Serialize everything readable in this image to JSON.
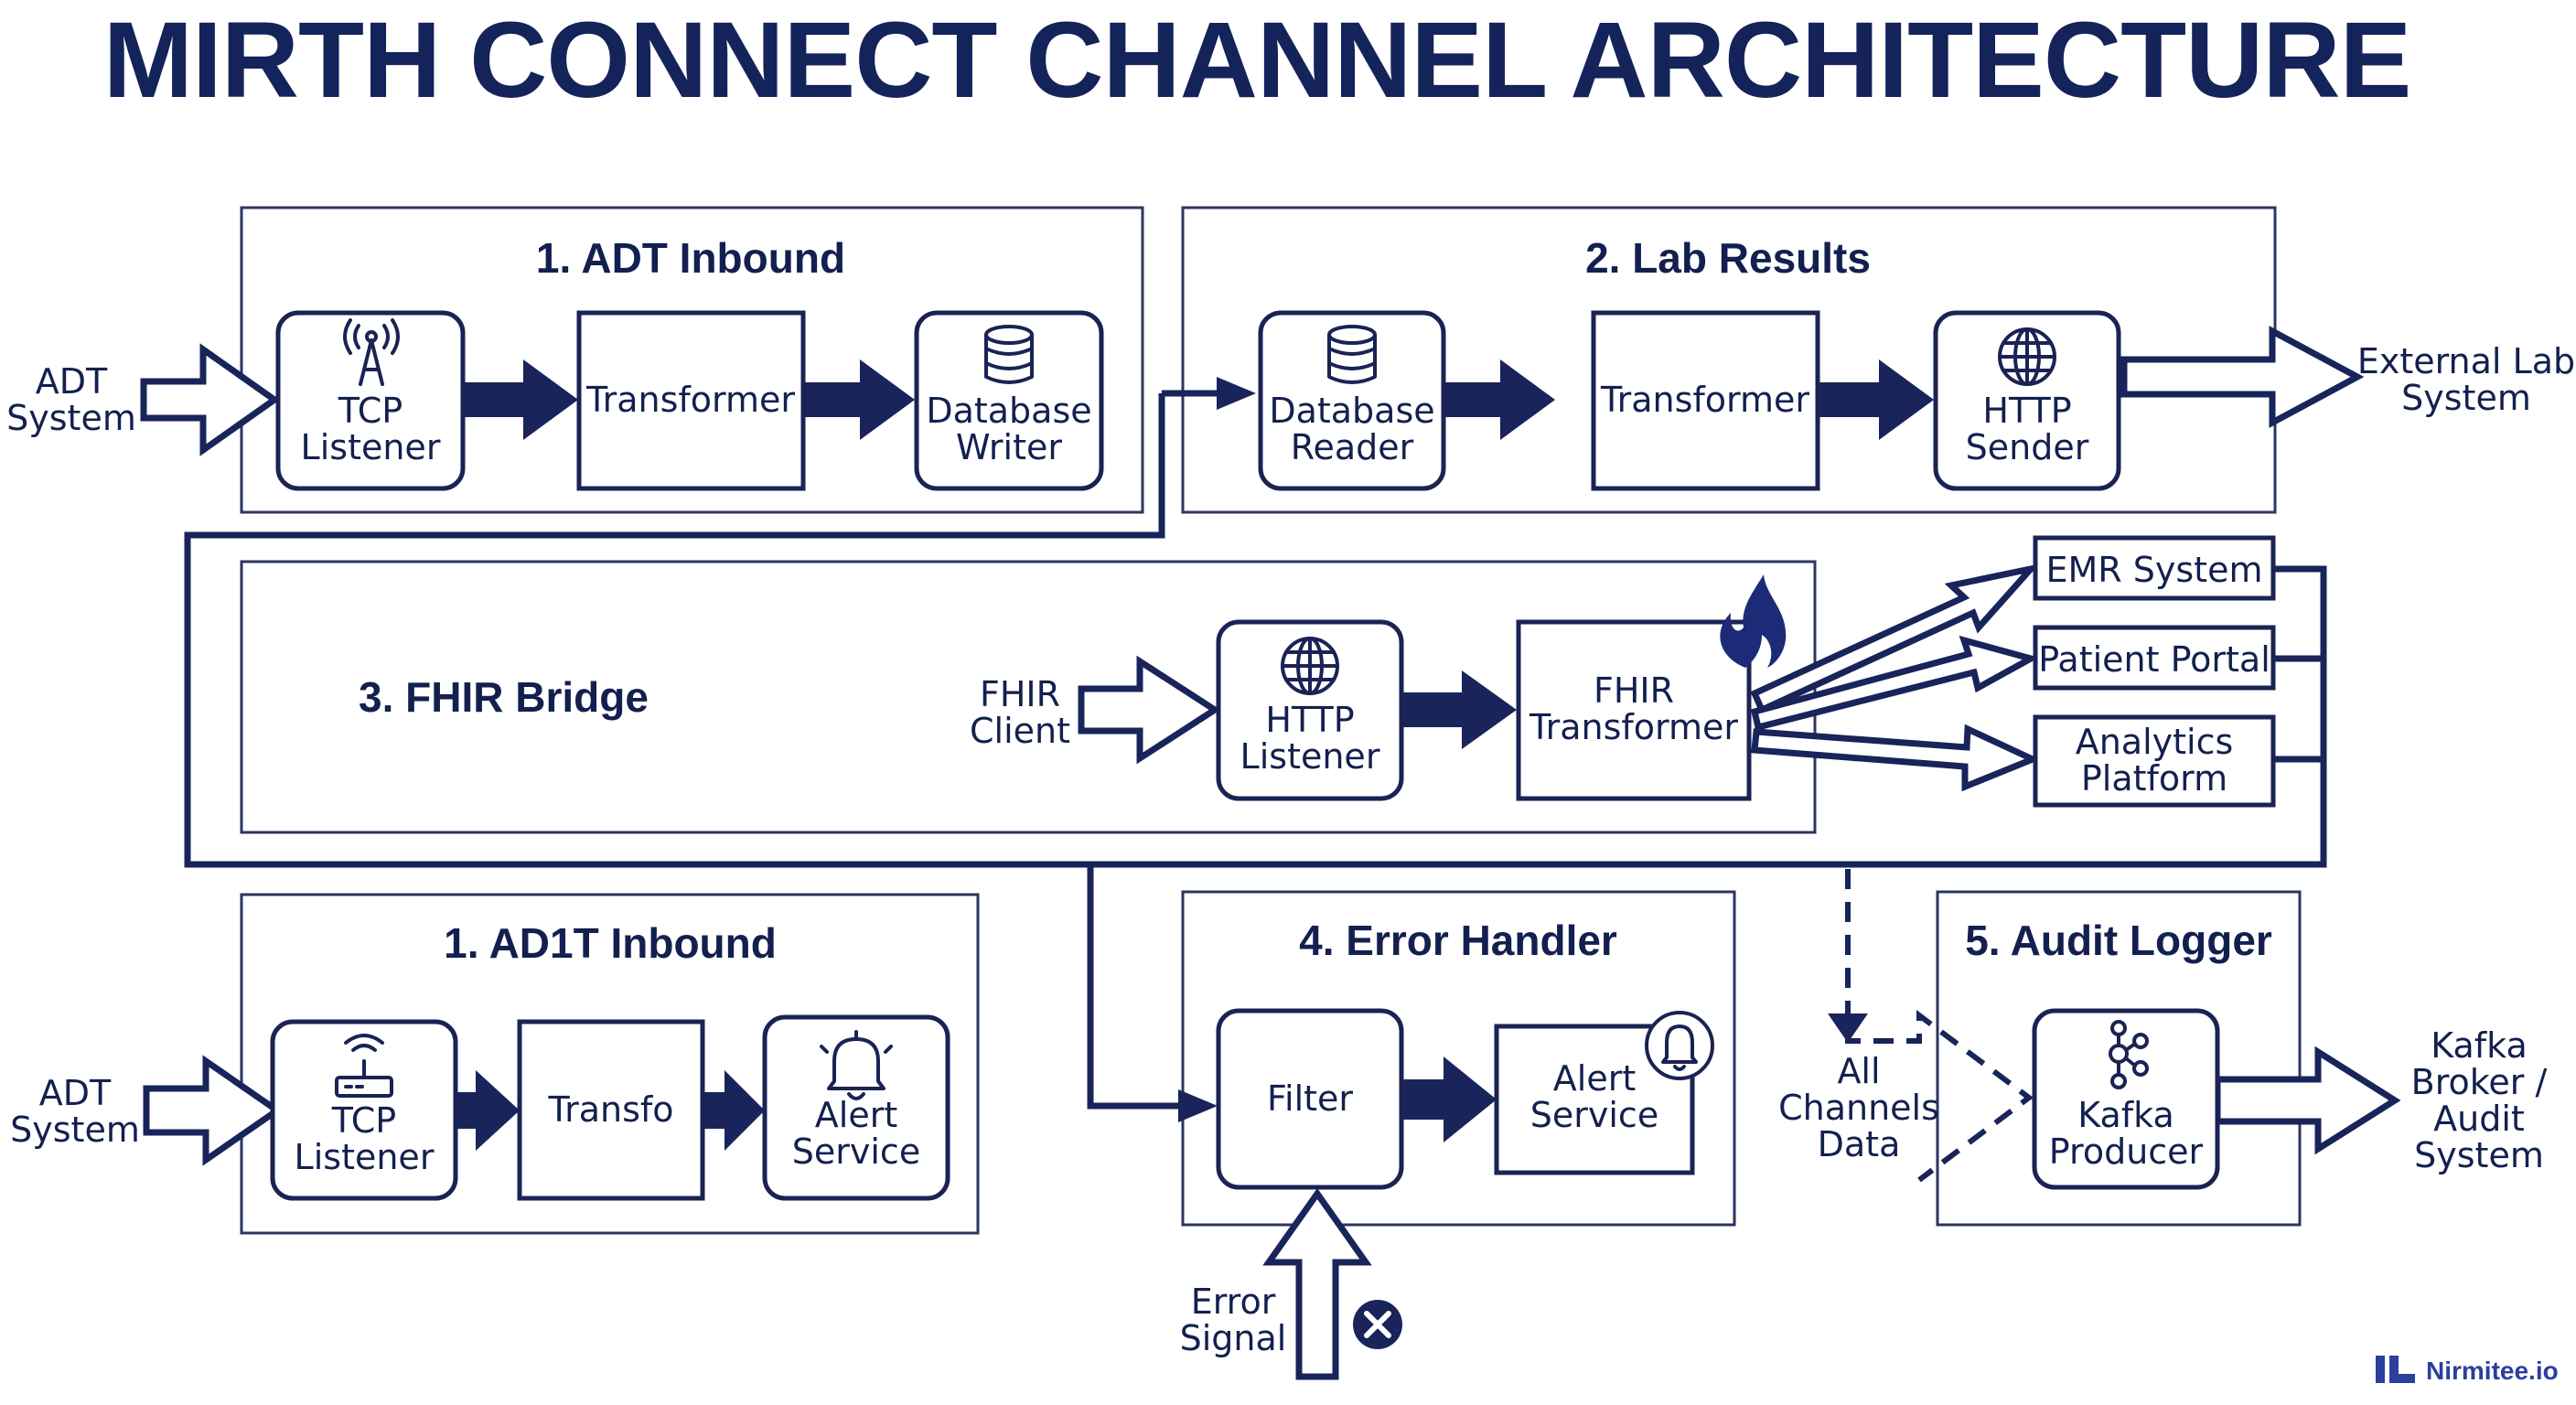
{
  "title": "MIRTH CONNECT CHANNEL ARCHITECTURE",
  "channels": {
    "adt_inbound": {
      "title": "1. ADT Inbound",
      "source": "ADT\nSystem",
      "nodes": [
        "TCP\nListener",
        "Transformer",
        "Database\nWriter"
      ]
    },
    "lab_results": {
      "title": "2. Lab Results",
      "target": "External Lab\nSystem",
      "nodes": [
        "Database\nReader",
        "Transformer",
        "HTTP\nSender"
      ]
    },
    "fhir_bridge": {
      "title": "3. FHIR Bridge",
      "source": "FHIR\nClient",
      "nodes": [
        "HTTP\nListener",
        "FHIR\nTransformer"
      ],
      "targets": [
        "EMR System",
        "Patient Portal",
        "Analytics\nPlatform"
      ]
    },
    "adt_inbound_2": {
      "title": "1. AD1T Inbound",
      "source": "ADT\nSystem",
      "nodes": [
        "TCP\nListener",
        "Transfo",
        "Alert\nService"
      ]
    },
    "error_handler": {
      "title": "4. Error Handler",
      "nodes": [
        "Filter",
        "Alert\nService"
      ],
      "input": "Error\nSignal"
    },
    "audit_logger": {
      "title": "5. Audit Logger",
      "source": "All\nChannels\nData",
      "nodes": [
        "Kafka\nProducer"
      ],
      "target": "Kafka\nBroker /\nAudit\nSystem"
    }
  },
  "brand": "Nirmitee.io",
  "colors": {
    "navy": "#18245a",
    "title": "#14235a",
    "brand": "#2a3f9e"
  }
}
